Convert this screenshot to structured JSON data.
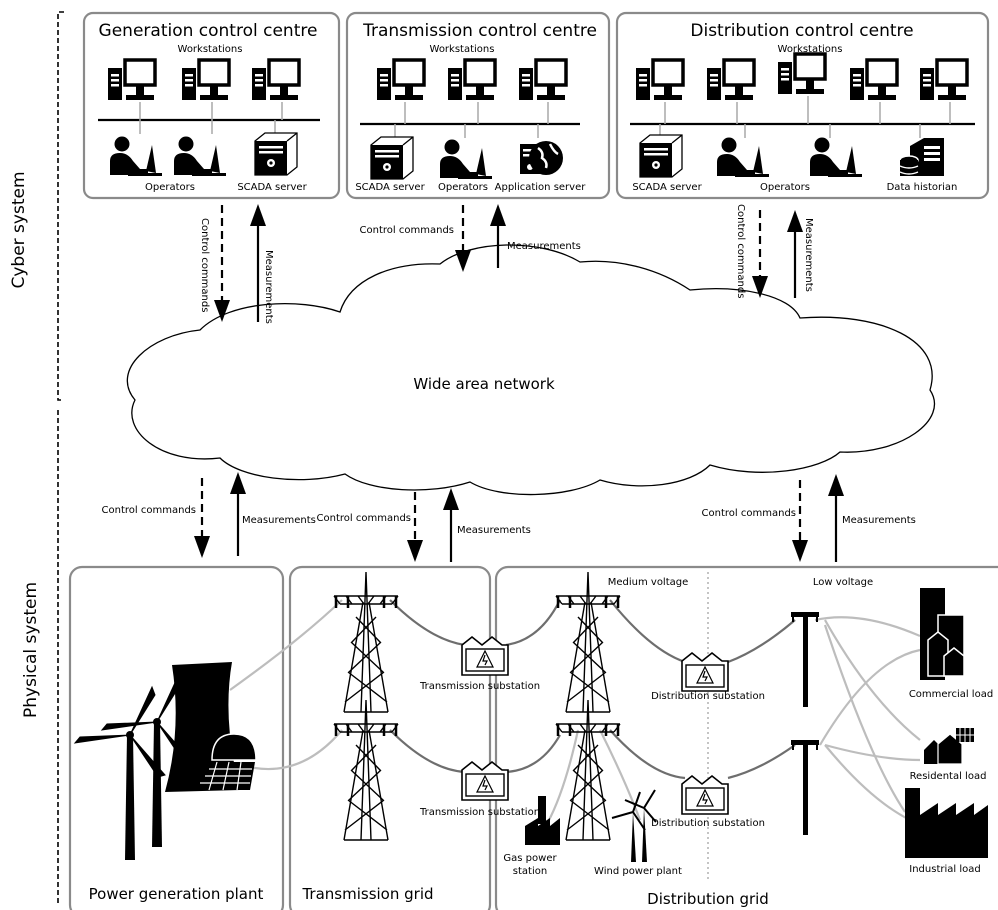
{
  "side_labels": {
    "cyber": "Cyber system",
    "physical": "Physical system"
  },
  "centres": {
    "generation": {
      "title": "Generation control centre",
      "workstations": "Workstations",
      "operators": "Operators",
      "scada": "SCADA server"
    },
    "transmission": {
      "title": "Transmission control centre",
      "workstations": "Workstations",
      "scada": "SCADA server",
      "operators": "Operators",
      "app_server": "Application server"
    },
    "distribution": {
      "title": "Distribution control centre",
      "workstations": "Workstations",
      "scada": "SCADA server",
      "operators": "Operators",
      "historian": "Data historian"
    }
  },
  "network": {
    "label": "Wide area network"
  },
  "arrows": {
    "control": "Control commands",
    "measurements": "Measurements"
  },
  "physical": {
    "generation_plant": "Power generation plant",
    "transmission_grid": "Transmission grid",
    "distribution_grid": "Distribution grid",
    "medium_voltage": "Medium voltage",
    "low_voltage": "Low voltage",
    "transmission_substation": "Transmission substation",
    "distribution_substation": "Distribution substation",
    "gas_station_1": "Gas power",
    "gas_station_2": "station",
    "wind_plant": "Wind power plant",
    "commercial_load": "Commercial load",
    "residential_load": "Residental load",
    "industrial_load": "Industrial load"
  },
  "colors": {
    "box_border": "#8a8a8a",
    "line_dark": "#6e6e6e",
    "line_light": "#bdbdbd"
  }
}
